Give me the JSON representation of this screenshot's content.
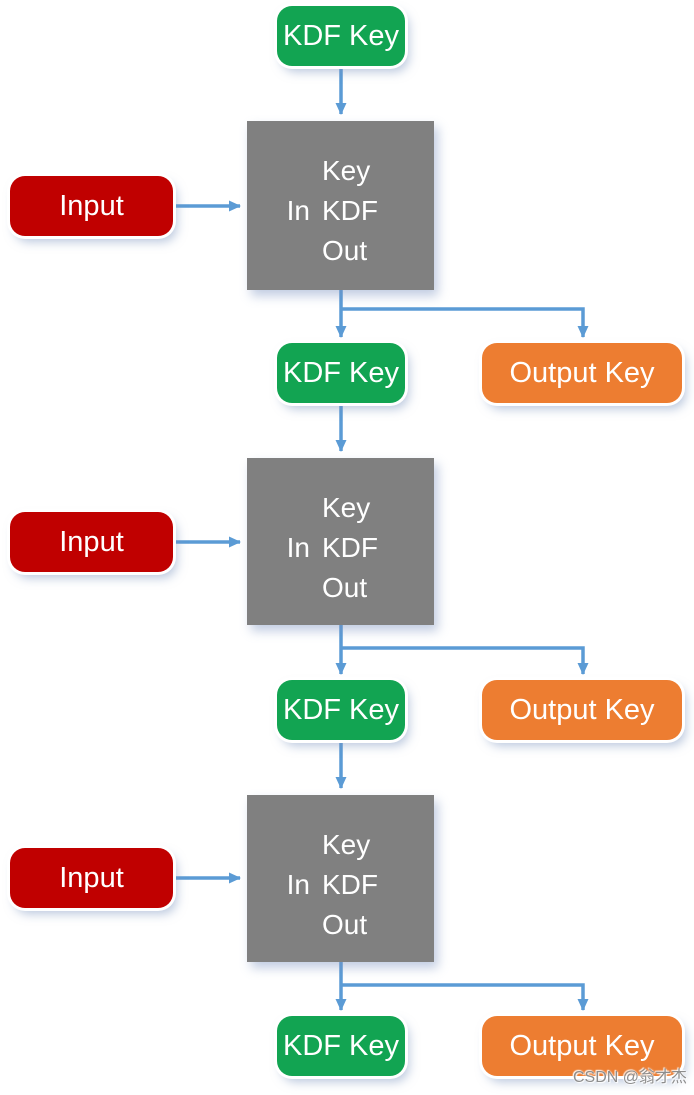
{
  "page": {
    "background": "#ffffff"
  },
  "colors": {
    "kdf_key_green": "#12a452",
    "input_red": "#c00000",
    "output_key_orange": "#ed7d31",
    "kdf_block_gray": "#808080",
    "arrow_blue": "#5b9bd5",
    "text_white": "#ffffff"
  },
  "labels": {
    "kdf_key": "KDF Key",
    "input": "Input",
    "output_key": "Output Key",
    "kdf_block": {
      "key": "Key",
      "in": "In",
      "kdf": "KDF",
      "out": "Out"
    }
  },
  "watermark": "CSDN @翁才杰",
  "diagram": {
    "type": "flowchart",
    "description": "Chained key derivation: an initial KDF Key feeds a KDF block together with an Input; each KDF block emits a new KDF Key (fed to the next KDF block) and an Output Key; repeated for three stages.",
    "stages": [
      {
        "index": 1,
        "inputs": [
          "KDF Key",
          "Input"
        ],
        "block": "KDF (Key In / Out)",
        "outputs": [
          "KDF Key",
          "Output Key"
        ]
      },
      {
        "index": 2,
        "inputs": [
          "KDF Key",
          "Input"
        ],
        "block": "KDF (Key In / Out)",
        "outputs": [
          "KDF Key",
          "Output Key"
        ]
      },
      {
        "index": 3,
        "inputs": [
          "KDF Key",
          "Input"
        ],
        "block": "KDF (Key In / Out)",
        "outputs": [
          "KDF Key",
          "Output Key"
        ]
      }
    ]
  }
}
